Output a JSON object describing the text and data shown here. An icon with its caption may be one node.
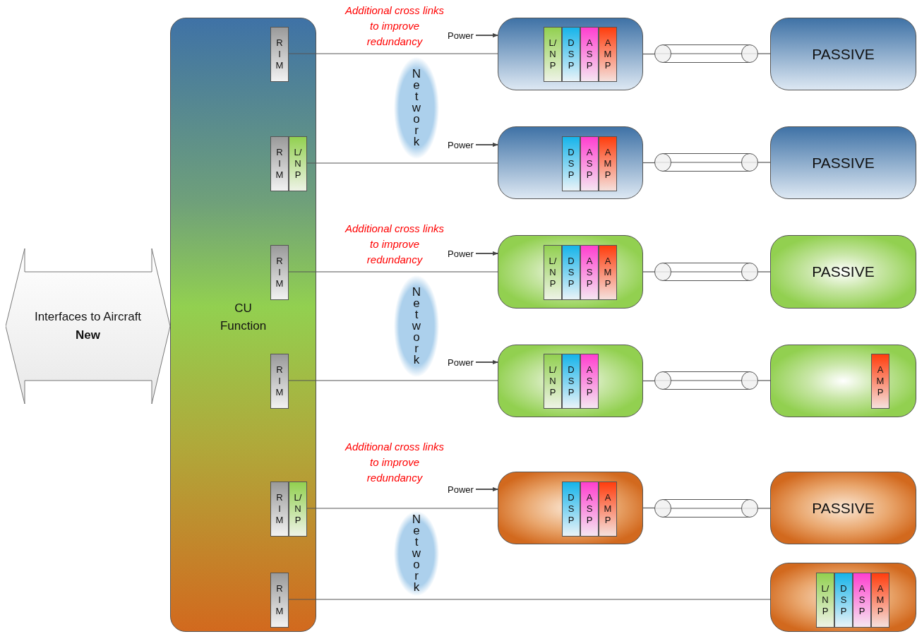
{
  "diagram": {
    "nodes": [
      {
        "text": [
          "Interfaces to Aircraft",
          "New"
        ]
      },
      {
        "text": [
          "CU Function"
        ]
      },
      {
        "text": [
          "RIM"
        ],
        "in": 1
      },
      {
        "text": [
          "RIM"
        ],
        "in": 1
      },
      {
        "text": [
          "L/NP"
        ],
        "in": 1
      },
      {
        "text": [
          "RIM"
        ],
        "in": 1
      },
      {
        "text": [
          "RIM"
        ],
        "in": 1
      },
      {
        "text": [
          "RIM"
        ],
        "in": 1
      },
      {
        "text": [
          "L/NP"
        ],
        "in": 1
      },
      {
        "text": [
          "RIM"
        ],
        "in": 1
      },
      {
        "text": [
          "Network"
        ]
      },
      {
        "text": [
          "Network"
        ]
      },
      {
        "text": [
          "Network"
        ]
      },
      {
        "text": [
          "Power"
        ]
      },
      {
        "text": [],
        "shape": "box"
      },
      {
        "text": [
          "L/NP"
        ],
        "in": 14
      },
      {
        "text": [
          "DSP"
        ],
        "in": 14
      },
      {
        "text": [
          "ASP"
        ],
        "in": 14
      },
      {
        "text": [
          "AMP"
        ],
        "in": 14
      },
      {
        "text": [],
        "shape": "cylinder"
      },
      {
        "text": [
          "PASSIVE"
        ]
      },
      {
        "text": [
          "Power"
        ]
      },
      {
        "text": [],
        "shape": "box"
      },
      {
        "text": [
          "DSP"
        ],
        "in": 22
      },
      {
        "text": [
          "ASP"
        ],
        "in": 22
      },
      {
        "text": [
          "AMP"
        ],
        "in": 22
      },
      {
        "text": [],
        "shape": "cylinder"
      },
      {
        "text": [
          "PASSIVE"
        ]
      },
      {
        "text": [
          "Power"
        ]
      },
      {
        "text": [],
        "shape": "box"
      },
      {
        "text": [
          "L/NP"
        ],
        "in": 29
      },
      {
        "text": [
          "DSP"
        ],
        "in": 29
      },
      {
        "text": [
          "ASP"
        ],
        "in": 29
      },
      {
        "text": [
          "AMP"
        ],
        "in": 29
      },
      {
        "text": [],
        "shape": "cylinder"
      },
      {
        "text": [
          "PASSIVE"
        ]
      },
      {
        "text": [
          "Power"
        ]
      },
      {
        "text": [],
        "shape": "box"
      },
      {
        "text": [
          "L/NP"
        ],
        "in": 37
      },
      {
        "text": [
          "DSP"
        ],
        "in": 37
      },
      {
        "text": [
          "ASP"
        ],
        "in": 37
      },
      {
        "text": [],
        "shape": "cylinder"
      },
      {
        "text": [],
        "shape": "box"
      },
      {
        "text": [
          "AMP"
        ],
        "in": 42
      },
      {
        "text": [
          "Power"
        ]
      },
      {
        "text": [],
        "shape": "box"
      },
      {
        "text": [
          "DSP"
        ],
        "in": 45
      },
      {
        "text": [
          "ASP"
        ],
        "in": 45
      },
      {
        "text": [
          "AMP"
        ],
        "in": 45
      },
      {
        "text": [],
        "shape": "cylinder"
      },
      {
        "text": [
          "PASSIVE"
        ]
      },
      {
        "text": [],
        "shape": "box"
      },
      {
        "text": [
          "L/NP"
        ],
        "in": 51
      },
      {
        "text": [
          "DSP"
        ],
        "in": 51
      },
      {
        "text": [
          "ASP"
        ],
        "in": 51
      },
      {
        "text": [
          "AMP"
        ],
        "in": 51
      }
    ],
    "edges": [
      {
        "from": 2,
        "to": 14,
        "arrow": "none"
      },
      {
        "from": 13,
        "to": 14,
        "arrow": "to"
      },
      {
        "from": 14,
        "to": 19,
        "arrow": "none"
      },
      {
        "from": 19,
        "to": 20,
        "arrow": "none"
      },
      {
        "from": 4,
        "to": 22,
        "arrow": "none"
      },
      {
        "from": 21,
        "to": 22,
        "arrow": "to"
      },
      {
        "from": 22,
        "to": 26,
        "arrow": "none"
      },
      {
        "from": 26,
        "to": 27,
        "arrow": "none"
      },
      {
        "from": 5,
        "to": 29,
        "arrow": "none"
      },
      {
        "from": 28,
        "to": 29,
        "arrow": "to"
      },
      {
        "from": 29,
        "to": 34,
        "arrow": "none"
      },
      {
        "from": 34,
        "to": 35,
        "arrow": "none"
      },
      {
        "from": 6,
        "to": 37,
        "arrow": "none"
      },
      {
        "from": 36,
        "to": 37,
        "arrow": "to"
      },
      {
        "from": 37,
        "to": 41,
        "arrow": "none"
      },
      {
        "from": 41,
        "to": 42,
        "arrow": "none"
      },
      {
        "from": 8,
        "to": 45,
        "arrow": "none"
      },
      {
        "from": 44,
        "to": 45,
        "arrow": "to"
      },
      {
        "from": 45,
        "to": 49,
        "arrow": "none"
      },
      {
        "from": 49,
        "to": 50,
        "arrow": "none"
      },
      {
        "from": 9,
        "to": 51,
        "arrow": "none"
      }
    ],
    "labels": [
      "Additional cross links to improve redundancy",
      "Additional cross links to improve redundancy",
      "Additional cross links to improve redundancy"
    ]
  }
}
